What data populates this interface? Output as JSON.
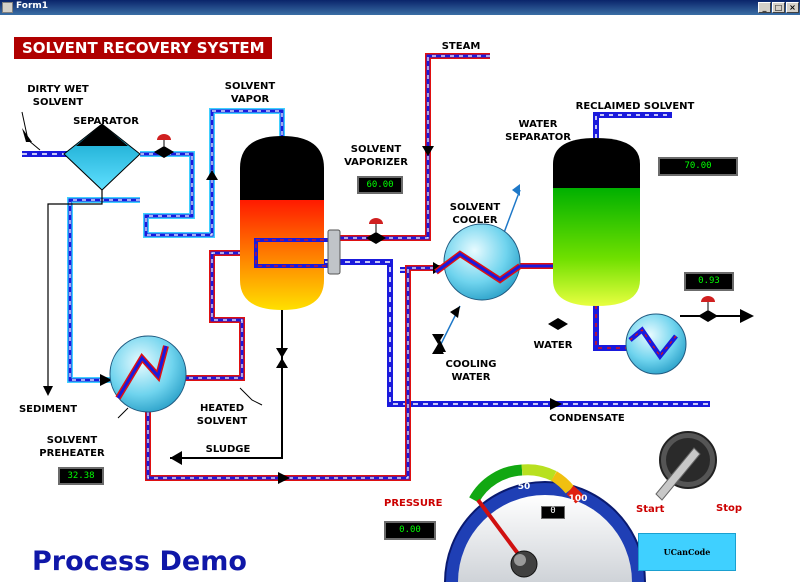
{
  "window": {
    "title": "Form1",
    "minimize": "_",
    "maximize": "□",
    "close": "×"
  },
  "banner": "SOLVENT RECOVERY SYSTEM",
  "labels": {
    "dirty_wet_solvent": "DIRTY WET\nSOLVENT",
    "separator": "SEPARATOR",
    "solvent_vapor": "SOLVENT\nVAPOR",
    "steam": "STEAM",
    "solvent_vaporizer": "SOLVENT\nVAPORIZER",
    "reclaimed_solvent": "RECLAIMED SOLVENT",
    "water_separator": "WATER\nSEPARATOR",
    "solvent_cooler": "SOLVENT\nCOOLER",
    "water": "WATER",
    "cooling_water": "COOLING\nWATER",
    "sediment": "SEDIMENT",
    "heated_solvent": "HEATED\nSOLVENT",
    "solvent_preheater": "SOLVENT\nPREHEATER",
    "sludge": "SLUDGE",
    "condensate": "CONDENSATE",
    "pressure": "PRESSURE",
    "start": "Start",
    "stop": "Stop"
  },
  "readouts": {
    "vaporizer": "60.00",
    "reclaimed": "70.00",
    "cooler_out": "0.93",
    "preheater": "32.38",
    "pressure": "0.00",
    "gauge_value": "0"
  },
  "gauge": {
    "min": "0",
    "mid": "50",
    "max": "100",
    "needle_value": 0
  },
  "switch_state": "start",
  "button": "UCanCode",
  "footer": "Process Demo",
  "colors": {
    "banner_bg": "#b00000",
    "pipe_blue": "#1a1adc",
    "pipe_red": "#e01010",
    "pipe_cyan": "#40d0ff",
    "lcd_text": "#00ff00",
    "footer_text": "#0f17a8",
    "button_bg": "#3fd0ff"
  }
}
